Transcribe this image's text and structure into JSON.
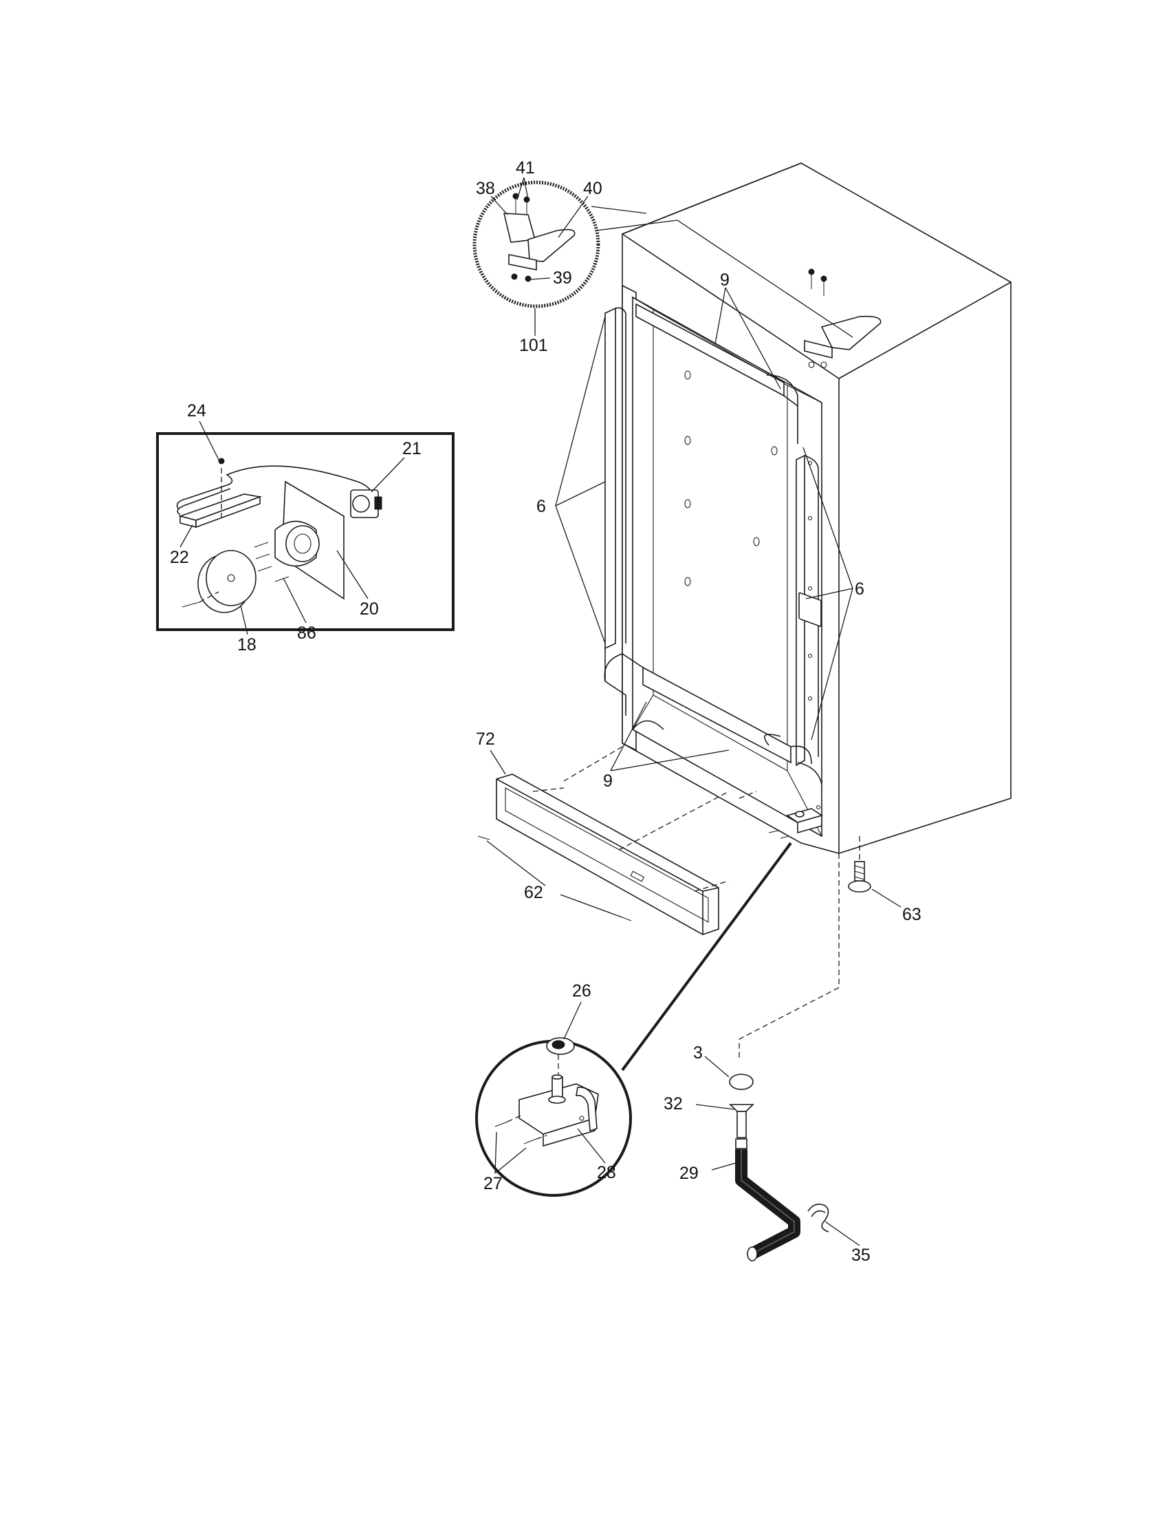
{
  "diagram": {
    "callouts": {
      "c41": "41",
      "c38": "38",
      "c40": "40",
      "c39": "39",
      "c101": "101",
      "c9_top": "9",
      "c24": "24",
      "c21": "21",
      "c22": "22",
      "c6_left": "6",
      "c6_right": "6",
      "c20": "20",
      "c86": "86",
      "c18": "18",
      "c72": "72",
      "c9_bottom": "9",
      "c62": "62",
      "c63": "63",
      "c26": "26",
      "c3": "3",
      "c32": "32",
      "c29": "29",
      "c28": "28",
      "c27": "27",
      "c35": "35"
    }
  }
}
